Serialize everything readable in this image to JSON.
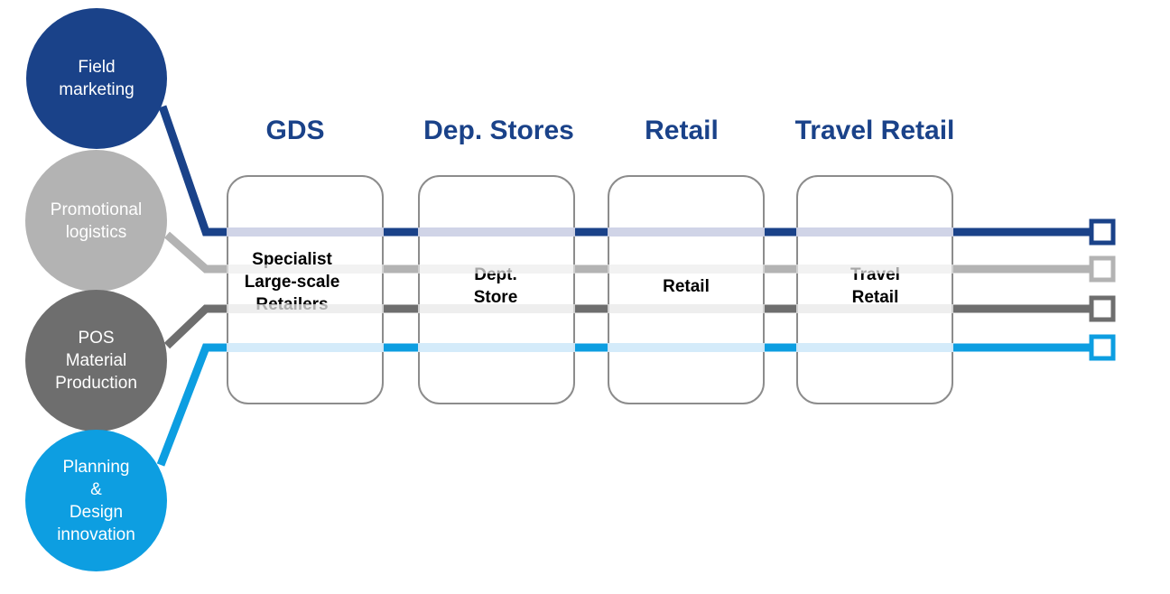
{
  "circles": [
    {
      "label": "Field\nmarketing",
      "color": "#1a4289"
    },
    {
      "label": "Promotional\nlogistics",
      "color": "#b3b3b3"
    },
    {
      "label": "POS\nMaterial\nProduction",
      "color": "#6e6e6e"
    },
    {
      "label": "Planning\n&\nDesign\ninnovation",
      "color": "#0d9ee1"
    }
  ],
  "columns": [
    {
      "heading": "GDS",
      "box_label": "Specialist\nLarge-scale\nRetailers"
    },
    {
      "heading": "Dep. Stores",
      "box_label": "Dept.\nStore"
    },
    {
      "heading": "Retail",
      "box_label": "Retail"
    },
    {
      "heading": "Travel Retail",
      "box_label": "Travel\nRetail"
    }
  ],
  "colors": {
    "box_border": "#8c8c8c",
    "heading": "#1a4289"
  }
}
